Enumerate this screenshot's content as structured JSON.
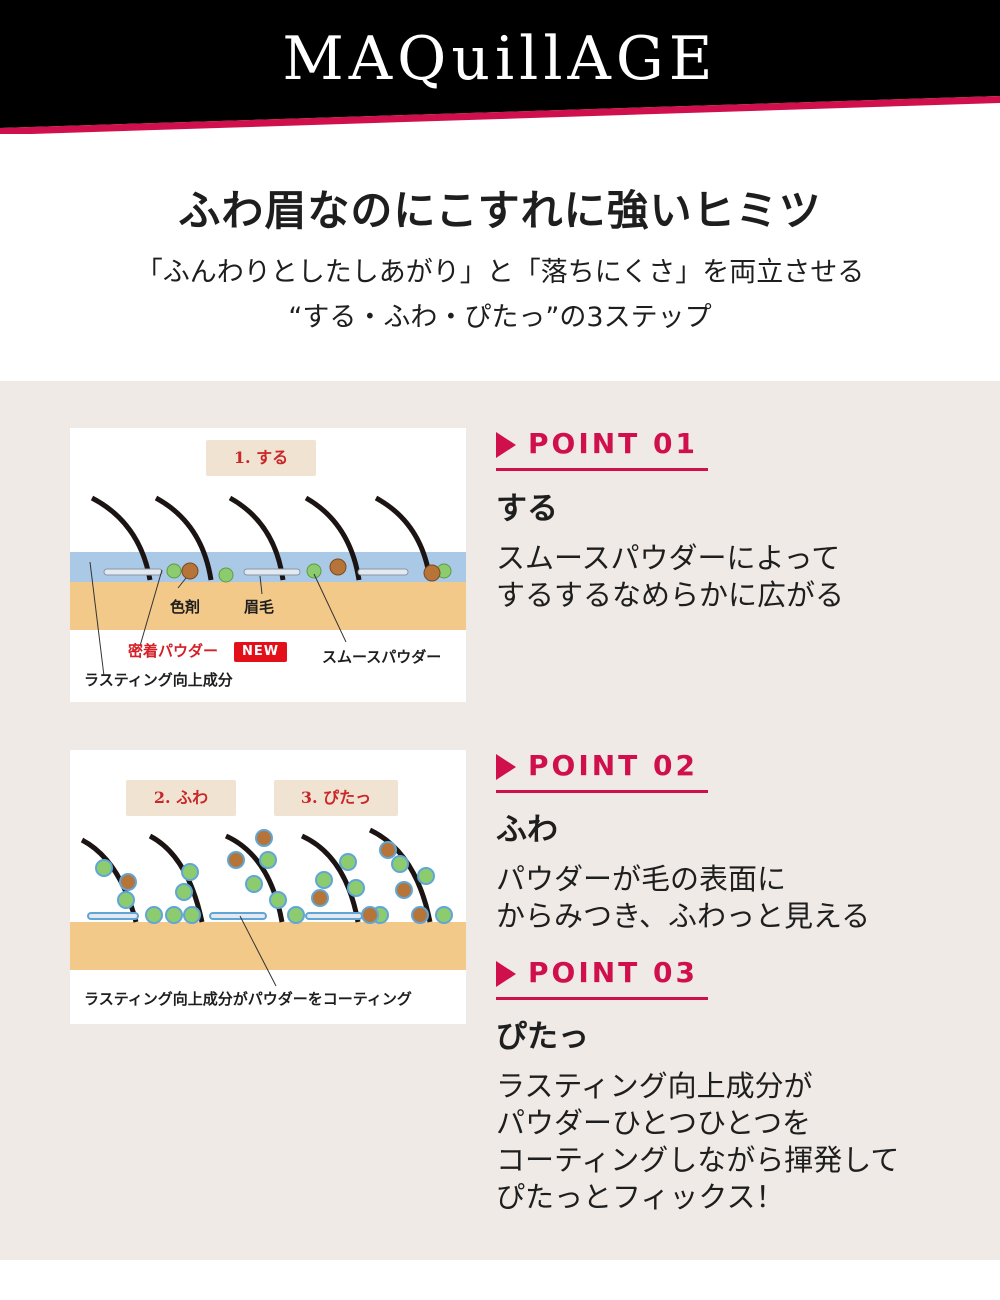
{
  "brand": {
    "logo_text": "MAQuillAGE"
  },
  "colors": {
    "header_bg": "#000000",
    "accent_pink": "#d0104c",
    "panel_bg": "#efeae6"
  },
  "hero": {
    "title": "ふわ眉なのにこすれに強いヒミツ",
    "subtitle_line1": "「ふんわりとしたしあがり」と「落ちにくさ」を両立させる",
    "subtitle_line2": "“する・ふわ・ぴたっ”の3ステップ"
  },
  "illustration1": {
    "tag": "1. する",
    "label_colorant": "色剤",
    "label_hair": "眉毛",
    "label_adhesive": "密着パウダー",
    "badge_new": "NEW",
    "label_smooth": "スムースパウダー",
    "label_lasting": "ラスティング向上成分"
  },
  "illustration2": {
    "tag_fuwa": "2. ふわ",
    "tag_pitatto": "3. ぴたっ",
    "caption": "ラスティング向上成分がパウダーをコーティング"
  },
  "points": [
    {
      "label": "POINT 01",
      "heading": "する",
      "body": [
        "スムースパウダーによって",
        "するするなめらかに広がる"
      ]
    },
    {
      "label": "POINT 02",
      "heading": "ふわ",
      "body": [
        "パウダーが毛の表面に",
        "からみつき、ふわっと見える"
      ]
    },
    {
      "label": "POINT 03",
      "heading": "ぴたっ",
      "body": [
        "ラスティング向上成分が",
        "パウダーひとつひとつを",
        "コーティングしながら揮発して",
        "ぴたっとフィックス！"
      ]
    }
  ]
}
